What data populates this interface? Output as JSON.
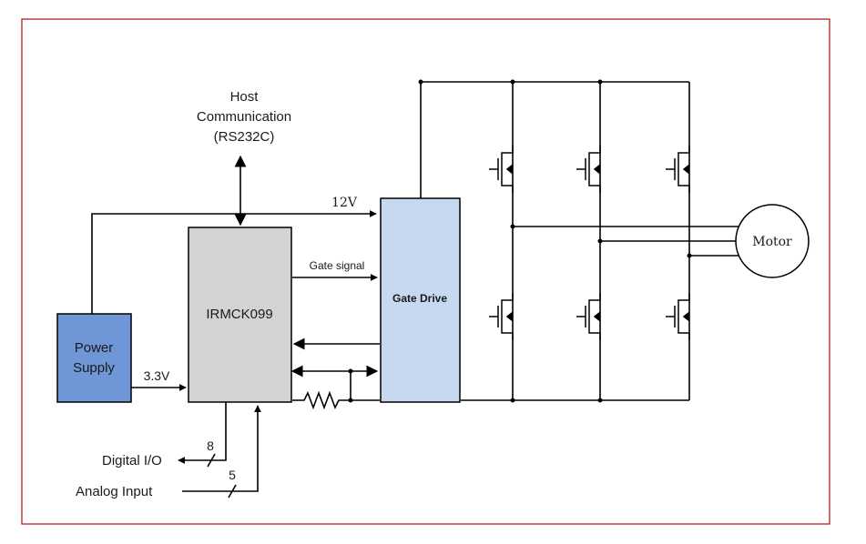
{
  "colors": {
    "frame": "#b22222",
    "power_fill": "#6f96d6",
    "controller_fill": "#d3d3d3",
    "gate_fill": "#c6d9f1",
    "wire": "#000000"
  },
  "blocks": {
    "power_supply": {
      "line1": "Power",
      "line2": "Supply"
    },
    "controller": {
      "label": "IRMCK099"
    },
    "gate_drive": {
      "label": "Gate Drive"
    },
    "motor": {
      "label": "Motor"
    }
  },
  "labels": {
    "host_line1": "Host",
    "host_line2": "Communication",
    "host_line3": "(RS232C)",
    "v12": "12V",
    "v33": "3.3V",
    "gate_signal": "Gate signal",
    "digital_io": "Digital I/O",
    "digital_io_bits": "8",
    "analog_input": "Analog Input",
    "analog_input_bits": "5"
  }
}
